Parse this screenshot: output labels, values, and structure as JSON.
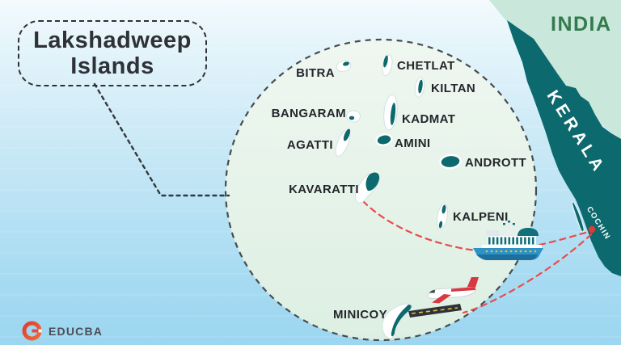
{
  "title": {
    "line1": "Lakshadweep",
    "line2": "Islands"
  },
  "map": {
    "country_label": "INDIA",
    "state_label": "KERALA",
    "port_label": "COCHIN",
    "islands": [
      {
        "name": "BITRA"
      },
      {
        "name": "CHETLAT"
      },
      {
        "name": "KILTAN"
      },
      {
        "name": "BANGARAM"
      },
      {
        "name": "KADMAT"
      },
      {
        "name": "AGATTI"
      },
      {
        "name": "AMINI"
      },
      {
        "name": "ANDROTT"
      },
      {
        "name": "KAVARATTI"
      },
      {
        "name": "KALPENI"
      },
      {
        "name": "MINICOY"
      }
    ],
    "icons": [
      "ship-icon",
      "airplane-icon",
      "runway-icon",
      "port-dot-icon"
    ]
  },
  "branding": {
    "logo_text": "EDUCBA"
  },
  "colors": {
    "island_teal": "#0c696d",
    "land_green": "#c9e7db",
    "india_text_green": "#347a4d",
    "route_red": "#ea4b4b",
    "water_blue": "#a7dbf2",
    "label_dark": "#23262b",
    "brand_red": "#e23b33"
  }
}
